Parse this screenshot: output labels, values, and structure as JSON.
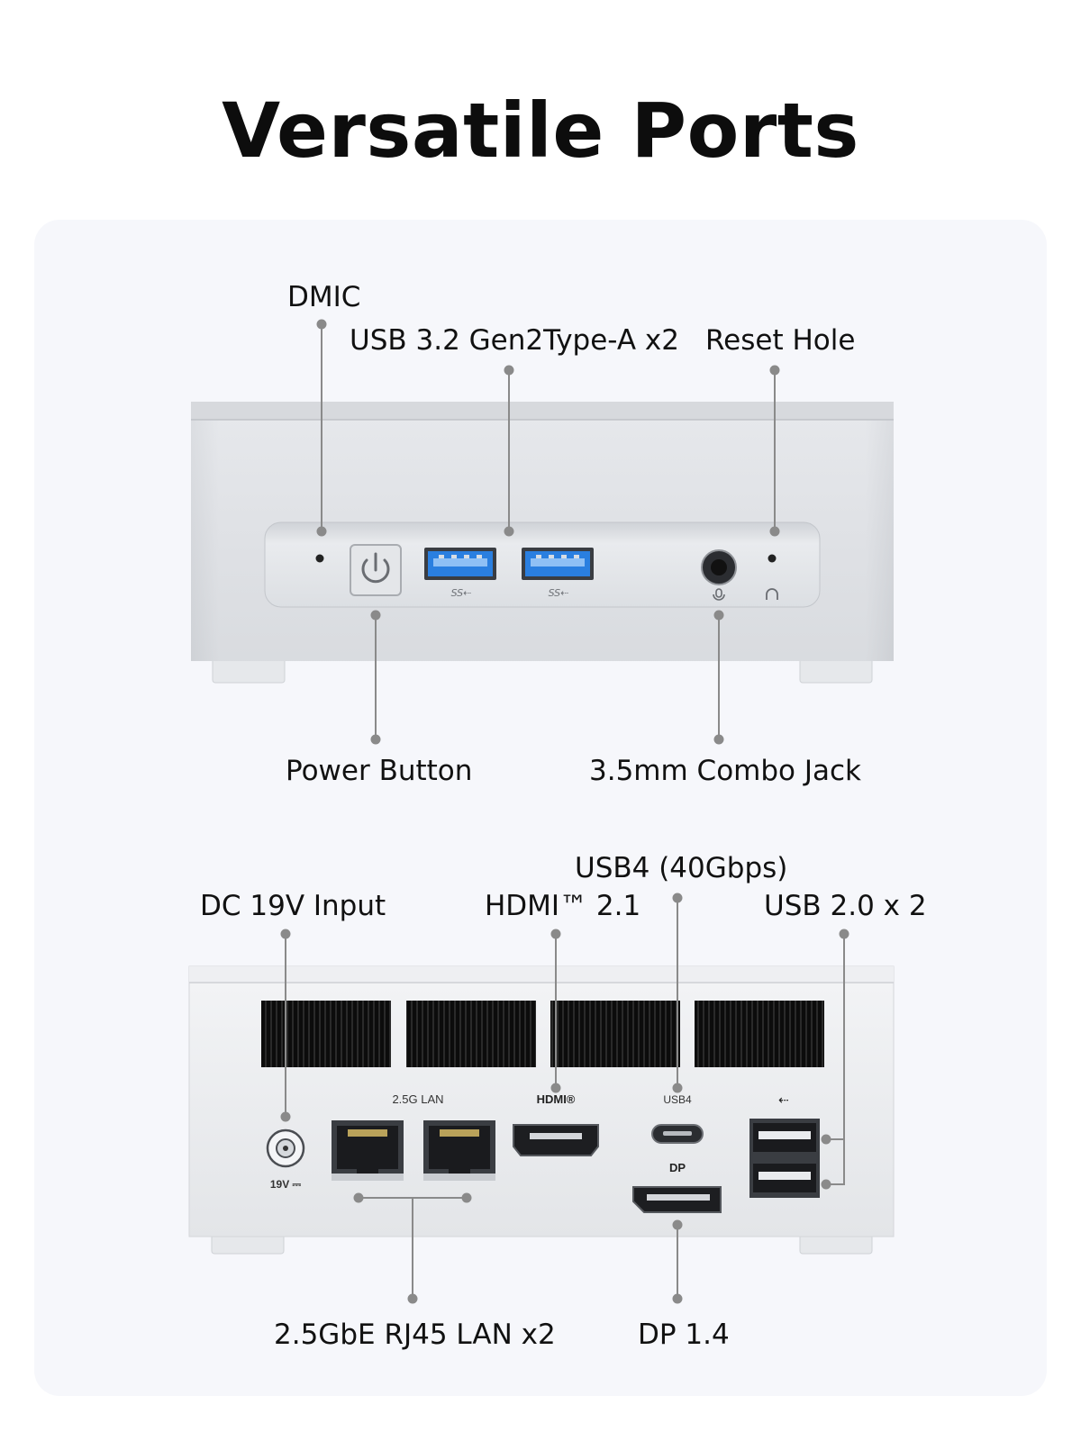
{
  "title": "Versatile Ports",
  "front": {
    "dmic": "DMIC",
    "usb32": "USB 3.2 Gen2Type-A x2",
    "reset": "Reset Hole",
    "power": "Power Button",
    "combo": "3.5mm Combo Jack",
    "ss_mark": "SS⇠",
    "ss_mark2": "SS⇠"
  },
  "back": {
    "dc": "DC 19V Input",
    "hdmi": "HDMI™ 2.1",
    "usb4": "USB4 (40Gbps)",
    "usb20": "USB 2.0 x 2",
    "lan": "2.5GbE RJ45 LAN x2",
    "dp": "DP 1.4",
    "panel_lan": "2.5G LAN",
    "panel_hdmi": "HDMI®",
    "panel_usb4": "USB4",
    "panel_dp": "DP",
    "panel_19v": "19V ⎓"
  },
  "colors": {
    "chassis": "#e2e4e8",
    "leader": "#8a8a8a",
    "usb_blue": "#2a7fe0",
    "vent": "#111111"
  }
}
